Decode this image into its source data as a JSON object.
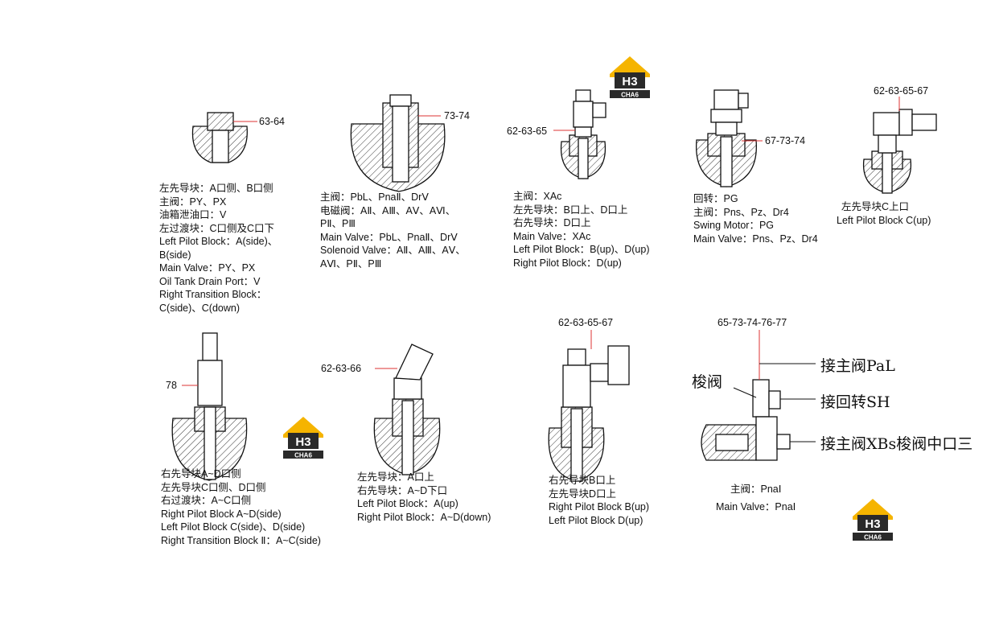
{
  "brand": {
    "logo_mark": "H3",
    "logo_text": "CHA6",
    "accent": "#f5b400",
    "dark": "#2a2a2a"
  },
  "part_numbers": {
    "f1": "63-64",
    "f2": "73-74",
    "f3": "62-63-65",
    "f4": "67-73-74",
    "f5": "62-63-65-67",
    "f6": "78",
    "f7": "62-63-66",
    "f8": "62-63-65-67",
    "f9": "65-73-74-76-77"
  },
  "captions": {
    "f1": [
      "左先导块：A口侧、B口侧",
      "主阀：PY、PX",
      "油箱泄油口：V",
      "左过渡块：C口侧及C口下",
      "Left Pilot Block：A(side)、",
      "B(side)",
      "Main Valve：PY、PX",
      "Oil Tank Drain Port：V",
      "Right Transition Block：",
      "C(side)、C(down)"
    ],
    "f2": [
      "主阀：PbL、PnaⅡ、DrⅤ",
      "电磁阀：AⅡ、AⅢ、AⅤ、AⅥ、",
      "PⅡ、PⅢ",
      "Main Valve：PbL、PnaⅡ、DrⅤ",
      "Solenoid Valve：AⅡ、AⅢ、AⅤ、",
      "AⅥ、PⅡ、PⅢ"
    ],
    "f3": [
      "主阀：XAc",
      "左先导块：B口上、D口上",
      "右先导块：D口上",
      "Main Valve：XAc",
      "Left Pilot Block：B(up)、D(up)",
      "Right Pilot Block：D(up)"
    ],
    "f4": [
      "回转：PG",
      "主阀：Pns、Pz、Dr4",
      "Swing Motor：PG",
      "Main Valve：Pns、Pz、Dr4"
    ],
    "f5": [
      "左先导块C上口",
      "Left Pilot Block C(up)"
    ],
    "f6": [
      "右先导块A~D口侧",
      "左先导块C口侧、D口侧",
      "右过渡块：A~C口侧",
      "Right Pilot Block A~D(side)",
      "Left Pilot Block C(side)、D(side)",
      "Right Transition Block Ⅱ：A~C(side)"
    ],
    "f7": [
      "左先导块：A口上",
      "右先导块：A~D下口",
      "Left Pilot Block：A(up)",
      "Right Pilot Block：A~D(down)"
    ],
    "f8": [
      "右先导块B口上",
      "左先导块D口上",
      "Right Pilot Block B(up)",
      "Left Pilot Block D(up)"
    ],
    "f9": [
      "主阀：PnaⅠ",
      "Main Valve：PnaⅠ"
    ]
  },
  "callouts": {
    "main_pal": "接主阀PaL",
    "shuttle": "梭阀",
    "swing_sh": "接回转SH",
    "main_xbs": "接主阀XBs梭阀中口三"
  }
}
